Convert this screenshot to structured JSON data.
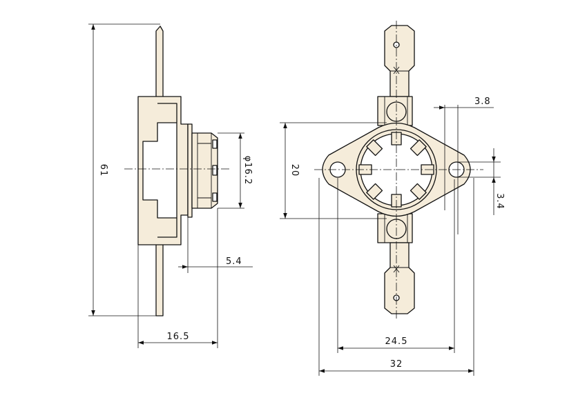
{
  "dimensions": {
    "height_total": "61",
    "diameter": "φ16.2",
    "thickness": "5.4",
    "depth": "16.5",
    "body_height": "20",
    "terminal_offset": "3.8",
    "hole_diameter": "3.4",
    "hole_pitch": "24.5",
    "flange_width": "32"
  }
}
